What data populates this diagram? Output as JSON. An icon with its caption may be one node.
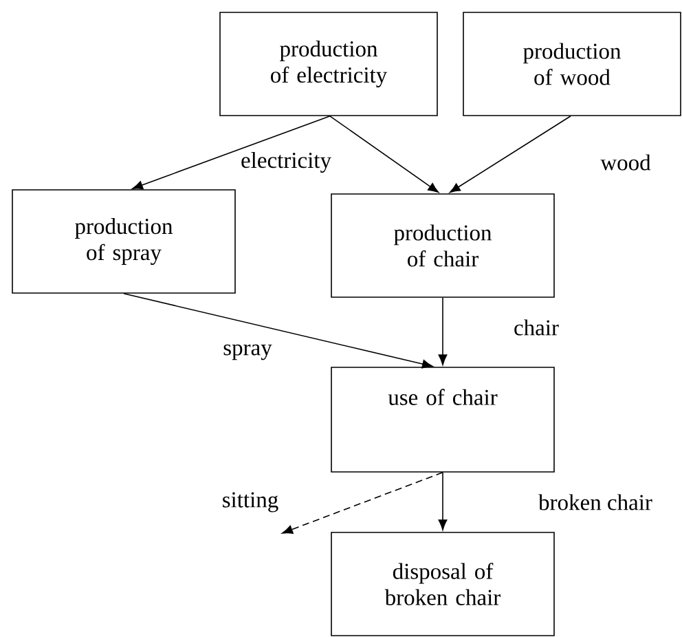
{
  "diagram": {
    "nodes": [
      {
        "text": [
          "production of electricity"
        ]
      },
      {
        "text": [
          "production of wood"
        ]
      },
      {
        "text": [
          "production of spray"
        ]
      },
      {
        "text": [
          "production of chair"
        ]
      },
      {
        "text": [
          "use of chair"
        ]
      },
      {
        "text": [
          "disposal of broken chair"
        ]
      }
    ],
    "edges": [
      {
        "from": 0,
        "to": 2,
        "arrow": "to",
        "label": "electricity"
      },
      {
        "from": 0,
        "to": 3,
        "arrow": "to"
      },
      {
        "from": 1,
        "to": 3,
        "arrow": "to",
        "label": "wood"
      },
      {
        "from": 2,
        "to": 4,
        "arrow": "to",
        "label": "spray"
      },
      {
        "from": 3,
        "to": 4,
        "arrow": "to",
        "label": "chair"
      },
      {
        "from": 4,
        "to": 5,
        "arrow": "to",
        "label": "broken chair"
      },
      {
        "from": 4,
        "to": null,
        "arrow": "to",
        "label": "sitting",
        "style": "dashed"
      }
    ]
  }
}
